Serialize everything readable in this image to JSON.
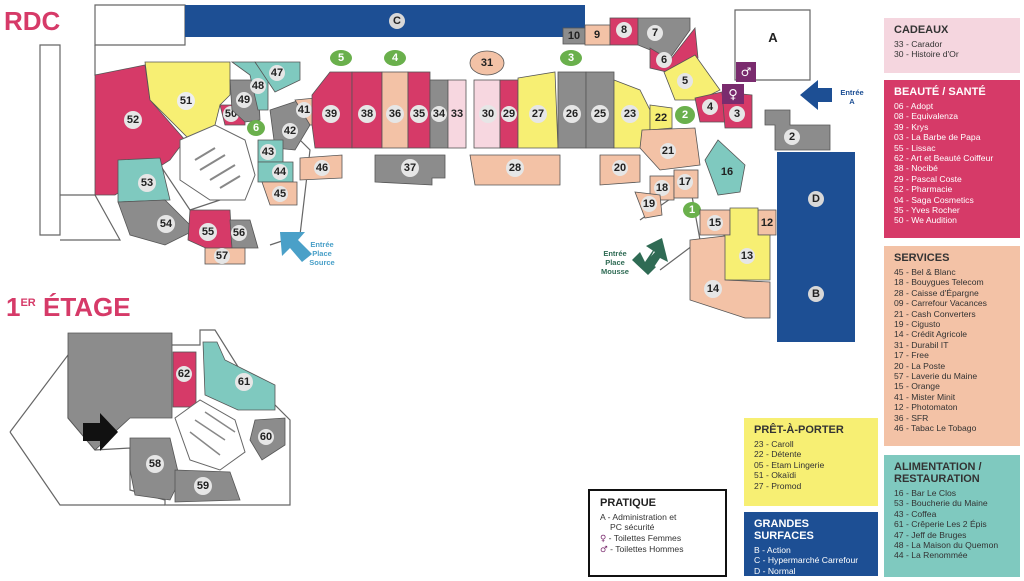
{
  "titles": {
    "ground_floor": "RDC",
    "first_floor_main": "1",
    "first_floor_sup": "ER",
    "first_floor_rest": " ÉTAGE"
  },
  "colors": {
    "gift": "#f5d6df",
    "beauty": "#d63a68",
    "services": "#f3c2a6",
    "food": "#7fc9bf",
    "fashion": "#f7ef73",
    "big": "#1d4f94",
    "grey": "#8c8c8c",
    "pink_light": "#f7d7e0",
    "green": "#6ab04c",
    "teal_arrow": "#4aa0c8",
    "dark_green": "#2f6b54",
    "purple": "#7a2b6e"
  },
  "entrances": {
    "entree_a": [
      "Entrée",
      "A"
    ],
    "entree_source": [
      "Entrée",
      "Place",
      "Source"
    ],
    "entree_mousse": [
      "Entrée",
      "Place",
      "Mousse"
    ]
  },
  "big_labels": {
    "c": "C",
    "d": "D",
    "b": "B",
    "a": "A"
  },
  "stores": {
    "s52": "52",
    "s51": "51",
    "s50": "50",
    "s49": "49",
    "s48": "48",
    "s47": "47",
    "s6": "6",
    "s42": "42",
    "s41": "41",
    "s43": "43",
    "s44": "44",
    "s45": "45",
    "s46": "46",
    "s39": "39",
    "s38": "38",
    "s36": "36",
    "s35": "35",
    "s34": "34",
    "s33": "33",
    "s37": "37",
    "s31": "31",
    "s30": "30",
    "s29": "29",
    "s27": "27",
    "s26": "26",
    "s25": "25",
    "s23": "23",
    "s22": "22",
    "s28": "28",
    "s10": "10",
    "s9": "9",
    "s8": "8",
    "s7": "7",
    "s6b": "6",
    "s5": "5",
    "s4": "4",
    "s3": "3",
    "s2": "2",
    "s21": "21",
    "s20": "20",
    "s18": "18",
    "s17": "17",
    "s19": "19",
    "s16": "16",
    "s15": "15",
    "s13": "13",
    "s12": "12",
    "s14": "14",
    "s53": "53",
    "s54": "54",
    "s55": "55",
    "s56": "56",
    "s57": "57",
    "s62": "62",
    "s61": "61",
    "s60": "60",
    "s58": "58",
    "s59": "59",
    "g5": "5",
    "g4": "4",
    "g3": "3",
    "g2": "2",
    "g1": "1",
    "g6": "6"
  },
  "legend": {
    "cadeaux": {
      "title": "CADEAUX",
      "items": [
        "33 - Carador",
        "30 - Histoire d'Or"
      ]
    },
    "beaute": {
      "title": "BEAUTÉ / SANTÉ",
      "items": [
        "06 - Adopt",
        "08 - Equivalenza",
        "39 - Krys",
        "03 - La Barbe de Papa",
        "55 - Lissac",
        "62 - Art et Beauté Coiffeur",
        "38 - Nocibé",
        "29 - Pascal Coste",
        "52 - Pharmacie",
        "04 - Saga Cosmetics",
        "35 - Yves Rocher",
        "50 - We Audition"
      ]
    },
    "services": {
      "title": "SERVICES",
      "items": [
        "45 - Bel & Blanc",
        "18 - Bouygues Telecom",
        "28 - Caisse d'Épargne",
        "09 - Carrefour Vacances",
        "21 - Cash Converters",
        "19 - Cigusto",
        "14 - Crédit Agricole",
        "31 - Durabil IT",
        "17 - Free",
        "20 - La Poste",
        "57 - Laverie du Maine",
        "15 - Orange",
        "41 - Mister Minit",
        "12 - Photomaton",
        "36 - SFR",
        "46 - Tabac Le Tobago"
      ]
    },
    "alimentation": {
      "title": "ALIMENTATION / RESTAURATION",
      "title1": "ALIMENTATION /",
      "title2": "RESTAURATION",
      "items": [
        "16 - Bar Le Clos",
        "53 - Boucherie du Maine",
        "43 - Coffea",
        "61 - Crêperie Les 2 Épis",
        "47 - Jeff de Bruges",
        "48 - La Maison du Quemon",
        "44 - La Renommée"
      ]
    },
    "pap": {
      "title": "PRÊT-À-PORTER",
      "items": [
        "23 - Caroll",
        "22 - Détente",
        "05 - Etam Lingerie",
        "51 - Okaïdi",
        "27 - Promod"
      ]
    },
    "grandes": {
      "title": "GRANDES SURFACES",
      "items": [
        "B - Action",
        "C - Hypermarché Carrefour",
        "D - Normal"
      ]
    },
    "pratique": {
      "title": "PRATIQUE",
      "items": [
        "A - Administration et",
        "PC sécurité",
        "Toilettes Femmes",
        "Toilettes Hommes"
      ]
    }
  }
}
